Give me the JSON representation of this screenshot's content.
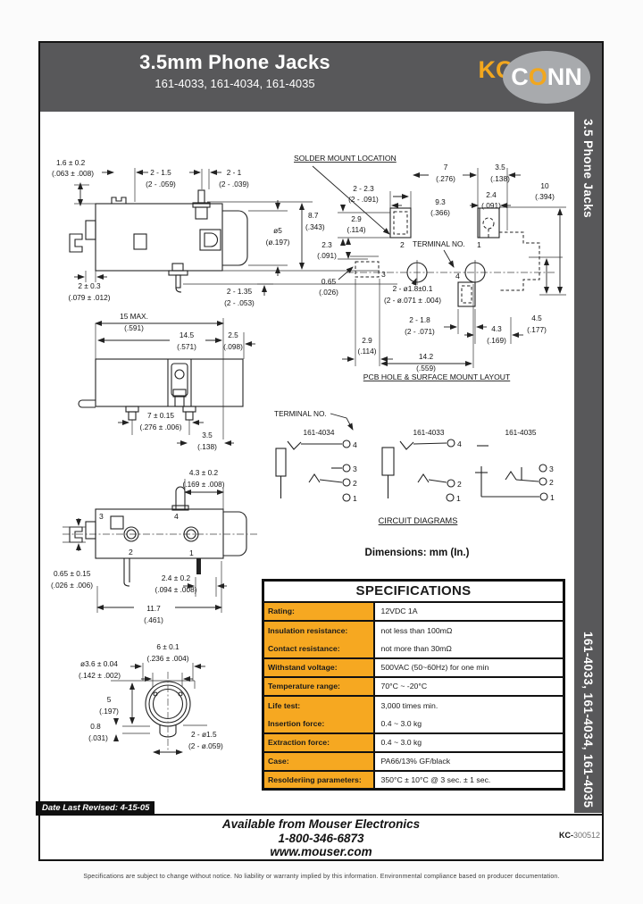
{
  "header": {
    "title": "3.5mm Phone Jacks",
    "subtitle": "161-4033, 161-4034, 161-4035",
    "logo_kobi": "KOBI",
    "logo_c": "C",
    "logo_o": "O",
    "logo_nn": "NN"
  },
  "sidebar": {
    "top_text": "3.5 Phone Jacks",
    "bottom_text": "161-4033, 161-4034, 161-4035"
  },
  "side_view": {
    "dim_a_mm": "1.6 ± 0.2",
    "dim_a_in": "(.063 ± .008)",
    "dim_b_mm": "2 - 1.5",
    "dim_b_in": "(2 - .059)",
    "dim_c_mm": "2 - 1",
    "dim_c_in": "(2 - .039)",
    "dim_d_mm": "8.7",
    "dim_d_in": "(.343)",
    "dim_e_mm": "ø5",
    "dim_e_in": "(ø.197)",
    "dim_f_mm": "2 ± 0.3",
    "dim_f_in": "(.079 ± .012)",
    "dim_g_mm": "2 - 1.35",
    "dim_g_in": "(2 - .053)"
  },
  "pcb": {
    "solder_label": "SOLDER MOUNT LOCATION",
    "terminal_label": "TERMINAL NO.",
    "caption": "PCB HOLE & SURFACE MOUNT LAYOUT",
    "t1": "1",
    "t2": "2",
    "t3": "3",
    "t4": "4",
    "dim_7_mm": "7",
    "dim_7_in": "(.276)",
    "dim_35_mm": "3.5",
    "dim_35_in": "(.138)",
    "dim_10_mm": "10",
    "dim_10_in": "(.394)",
    "dim_223_mm": "2 - 2.3",
    "dim_223_in": "(2 - .091)",
    "dim_93_mm": "9.3",
    "dim_93_in": "(.366)",
    "dim_24_mm": "2.4",
    "dim_24_in": "(.091)",
    "dim_29a_mm": "2.9",
    "dim_29a_in": "(.114)",
    "dim_23_mm": "2.3",
    "dim_23_in": "(.091)",
    "dim_065_mm": "0.65",
    "dim_065_in": "(.026)",
    "dim_holes_mm": "2 - ø1.8±0.1",
    "dim_holes_in": "(2 - ø.071 ± .004)",
    "dim_218_mm": "2 - 1.8",
    "dim_218_in": "(2 - .071)",
    "dim_43_mm": "4.3",
    "dim_43_in": "(.169)",
    "dim_29b_mm": "2.9",
    "dim_29b_in": "(.114)",
    "dim_142_mm": "14.2",
    "dim_142_in": "(.559)",
    "dim_45_mm": "4.5",
    "dim_45_in": "(.177)"
  },
  "top_view": {
    "dim_15_mm": "15 MAX.",
    "dim_15_in": "(.591)",
    "dim_145_mm": "14.5",
    "dim_145_in": "(.571)",
    "dim_25_mm": "2.5",
    "dim_25_in": "(.098)",
    "dim_7_mm": "7 ± 0.15",
    "dim_7_in": "(.276 ± .006)",
    "dim_35_mm": "3.5",
    "dim_35_in": "(.138)"
  },
  "terminal_view": {
    "t1": "1",
    "t2": "2",
    "t3": "3",
    "t4": "4",
    "dim_43_mm": "4.3 ± 0.2",
    "dim_43_in": "(.169 ± .008)",
    "dim_065_mm": "0.65 ± 0.15",
    "dim_065_in": "(.026 ± .006)",
    "dim_24_mm": "2.4 ± 0.2",
    "dim_24_in": "(.094 ± .008)",
    "dim_117_mm": "11.7",
    "dim_117_in": "(.461)"
  },
  "front_view": {
    "dim_6_mm": "6 ± 0.1",
    "dim_6_in": "(.236 ± .004)",
    "dim_36_mm": "ø3.6 ± 0.04",
    "dim_36_in": "(.142 ± .002)",
    "dim_5_mm": "5",
    "dim_5_in": "(.197)",
    "dim_08_mm": "0.8",
    "dim_08_in": "(.031)",
    "dim_15_mm": "2 - ø1.5",
    "dim_15_in": "(2 - ø.059)"
  },
  "circuits": {
    "terminal_label": "TERMINAL NO.",
    "caption": "CIRCUIT DIAGRAMS",
    "m1": {
      "name": "161-4034",
      "t4": "4",
      "t3": "3",
      "t2": "2",
      "t1": "1"
    },
    "m2": {
      "name": "161-4033",
      "t4": "4",
      "t2": "2",
      "t1": "1"
    },
    "m3": {
      "name": "161-4035",
      "t3": "3",
      "t2": "2",
      "t1": "1"
    }
  },
  "dimensions_note": "Dimensions: mm (In.)",
  "specs": {
    "title": "SPECIFICATIONS",
    "rows": [
      {
        "label": "Rating:",
        "value": "12VDC 1A"
      },
      {
        "label": "Insulation resistance:",
        "value": "not less than 100mΩ"
      },
      {
        "label": "Contact resistance:",
        "value": "not more than 30mΩ"
      },
      {
        "label": "Withstand voltage:",
        "value": "500VAC (50~60Hz) for one min"
      },
      {
        "label": "Temperature range:",
        "value": "70°C ~ -20°C"
      },
      {
        "label": "Life test:",
        "value": "3,000 times min."
      },
      {
        "label": "Insertion force:",
        "value": "0.4 ~ 3.0 kg"
      },
      {
        "label": "Extraction force:",
        "value": "0.4 ~ 3.0 kg"
      },
      {
        "label": "Case:",
        "value": "PA66/13% GF/black"
      },
      {
        "label": "Resolderiing parameters:",
        "value": "350°C ± 10°C @ 3 sec. ± 1 sec."
      }
    ]
  },
  "footer": {
    "date_label": "Date Last Revised:  4-15-05",
    "mouser_line1": "Available from Mouser Electronics",
    "mouser_line2": "1-800-346-6873",
    "mouser_line3": "www.mouser.com",
    "doc_code_prefix": "KC-",
    "doc_code": "300512"
  },
  "disclaimer": "Specifications are subject to change without notice. No liability or warranty implied by this information. Environmental compliance based on producer documentation."
}
